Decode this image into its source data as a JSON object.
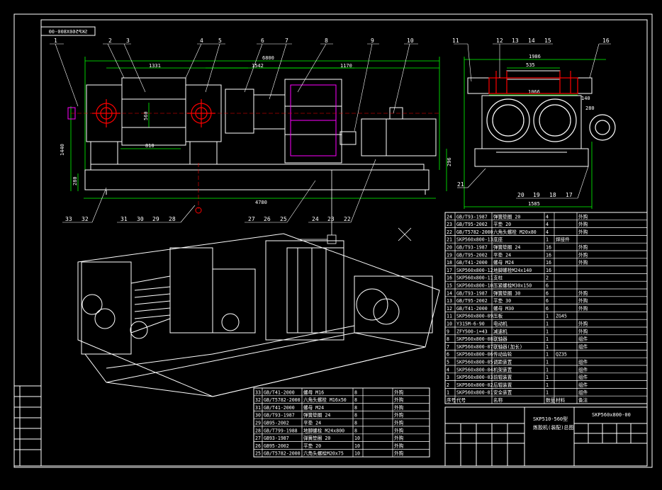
{
  "drawing": {
    "mirrored_code": "SKP560X800-00",
    "dims": {
      "top_total": "6800",
      "left_span": "1331",
      "mid_span": "1542",
      "right_span": "1170",
      "roll_span": "810",
      "roll_dia": "560",
      "height_left": "1440",
      "base_h": "280",
      "base_len": "4780",
      "right_h": "296",
      "side_top": "1986",
      "side_inner": "535",
      "side_mid": "1066",
      "side_140": "140",
      "side_280": "280",
      "side_base": "1585"
    },
    "front_labels": [
      "1",
      "2",
      "3",
      "4",
      "5",
      "6",
      "7",
      "8",
      "9",
      "10"
    ],
    "bottom_labels": [
      "33",
      "32",
      "31",
      "30",
      "29",
      "28",
      "27",
      "26",
      "25",
      "24",
      "23",
      "22"
    ],
    "side_labels": [
      "11",
      "12",
      "13",
      "14",
      "15",
      "16"
    ],
    "side_bottom_labels": [
      "20",
      "19",
      "18",
      "17"
    ],
    "label_21": "21"
  },
  "bom_right": {
    "rows": [
      [
        "24",
        "GB/T93-1987",
        "弹簧垫圈 20",
        "4",
        "",
        "外购"
      ],
      [
        "23",
        "GB/T95-2002",
        "平垫 20",
        "4",
        "",
        "外购"
      ],
      [
        "22",
        "GB/T5782-2000",
        "六角头螺栓 M20x80",
        "4",
        "",
        "外购"
      ],
      [
        "21",
        "SKP560x800-13",
        "底座",
        "1",
        "焊接件",
        ""
      ],
      [
        "20",
        "GB/T93-1987",
        "弹簧垫圈 24",
        "16",
        "",
        "外购"
      ],
      [
        "19",
        "GB/T95-2002",
        "平垫 24",
        "16",
        "",
        "外购"
      ],
      [
        "18",
        "GB/T41-2000",
        "螺母 M24",
        "16",
        "",
        "外购"
      ],
      [
        "17",
        "SKP560x800-12",
        "地脚螺栓M24x140",
        "16",
        "",
        ""
      ],
      [
        "16",
        "SKP560x800-11",
        "支柱",
        "2",
        "",
        ""
      ],
      [
        "15",
        "SKP560x800-10",
        "压紧螺栓M30x150",
        "6",
        "",
        ""
      ],
      [
        "14",
        "GB/T93-1987",
        "弹簧垫圈 30",
        "6",
        "",
        "外购"
      ],
      [
        "13",
        "GB/T95-2002",
        "平垫 30",
        "6",
        "",
        "外购"
      ],
      [
        "12",
        "GB/T41-2000",
        "螺母 M30",
        "6",
        "",
        "外购"
      ],
      [
        "11",
        "SKP560x800-09",
        "压板",
        "1",
        "ZG45",
        ""
      ],
      [
        "10",
        "Y315M-6-90",
        "电动机",
        "1",
        "",
        "外购"
      ],
      [
        "9",
        "ZFY500-i=43",
        "减速机",
        "1",
        "",
        "外购"
      ],
      [
        "8",
        "SKP560x800-08",
        "联轴器",
        "1",
        "",
        "组件"
      ],
      [
        "7",
        "SKP560x800-07",
        "联轴器(加长)",
        "1",
        "",
        "组件"
      ],
      [
        "6",
        "SKP560x800-06",
        "传动齿轮",
        "1",
        "QZ35",
        ""
      ],
      [
        "5",
        "SKP560x800-05",
        "调距装置",
        "1",
        "",
        "组件"
      ],
      [
        "4",
        "SKP560x800-04",
        "机架装置",
        "1",
        "",
        "组件"
      ],
      [
        "3",
        "SKP560x800-03",
        "前辊装置",
        "1",
        "",
        "组件"
      ],
      [
        "2",
        "SKP560x800-02",
        "后辊装置",
        "1",
        "",
        "组件"
      ],
      [
        "1",
        "SKP560x800-01",
        "安全装置",
        "1",
        "",
        "组件"
      ]
    ],
    "header": [
      "序号",
      "代号",
      "名称",
      "数量",
      "材料",
      "备注"
    ]
  },
  "bom_left": {
    "rows": [
      [
        "33",
        "GB/T41-2000",
        "螺母 M16",
        "8",
        "",
        "外购"
      ],
      [
        "32",
        "GB/T5782-2000",
        "六角头螺栓 M16x50",
        "8",
        "",
        "外购"
      ],
      [
        "31",
        "GB/T41-2000",
        "螺母 M24",
        "8",
        "",
        "外购"
      ],
      [
        "30",
        "GB/T93-1987",
        "弹簧垫圈 24",
        "8",
        "",
        "外购"
      ],
      [
        "29",
        "GB95-2002",
        "平垫 24",
        "8",
        "",
        "外购"
      ],
      [
        "28",
        "GB/T799-1988",
        "地脚螺栓 M24x800",
        "8",
        "",
        "外购"
      ],
      [
        "27",
        "GB93-1987",
        "弹簧垫圈 20",
        "10",
        "",
        "外购"
      ],
      [
        "26",
        "GB95-2002",
        "平垫 20",
        "10",
        "",
        "外购"
      ],
      [
        "25",
        "GB/T5782-2000",
        "六角头螺栓M20x75",
        "10",
        "",
        "外购"
      ]
    ]
  },
  "title_block": {
    "machine": "SKP510-560型",
    "machine_sub": "炼胶机(装配)总图",
    "code": "SKP560x800-00"
  },
  "colors": {
    "background": "#000000",
    "lines": "#ffffff",
    "dimension": "#00ff00",
    "red": "#ff0000",
    "magenta": "#ff00ff",
    "cyan": "#00ffff",
    "yellow": "#ffff00"
  }
}
